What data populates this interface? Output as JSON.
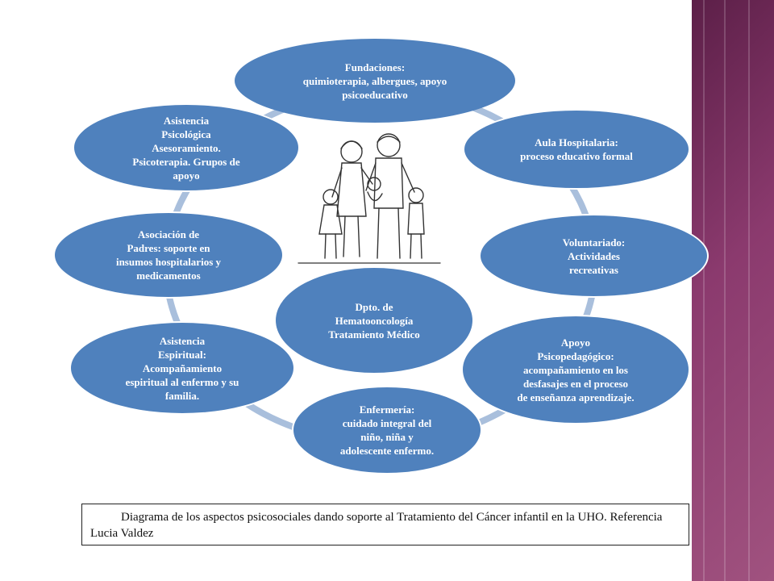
{
  "nodes": {
    "center": "Dpto. de\nHematooncología\nTratamiento Médico",
    "fundaciones": "Fundaciones:\nquimioterapia, albergues, apoyo\npsicoeducativo",
    "aula": "Aula Hospitalaria:\nproceso educativo formal",
    "voluntariado": "Voluntariado:\nActividades\nrecreativas",
    "psicopedagogico": "Apoyo\nPsicopedagógico:\nacompañamiento en los\ndesfasajes en el proceso\nde enseñanza aprendizaje.",
    "enfermeria": "Enfermería:\ncuidado integral del\nniño, niña y\nadolescente enfermo.",
    "espiritual": "Asistencia\nEspiritual:\nAcompañamiento\nespiritual al enfermo y su\nfamilia.",
    "padres": "Asociación de\nPadres: soporte en\ninsumos hospitalarios y\nmedicamentos",
    "psicologica": "Asistencia\nPsicológica\nAsesoramiento.\nPsicoterapia. Grupos de\napoyo"
  },
  "caption": "Diagrama de los aspectos psicosociales dando soporte al Tratamiento del Cáncer infantil en la UHO. Referencia  Lucia Valdez",
  "colors": {
    "node_fill": "#4f81bd",
    "ring": "#a9bfdc",
    "side_band": "#8b3a6e"
  },
  "image": "family-illustration"
}
